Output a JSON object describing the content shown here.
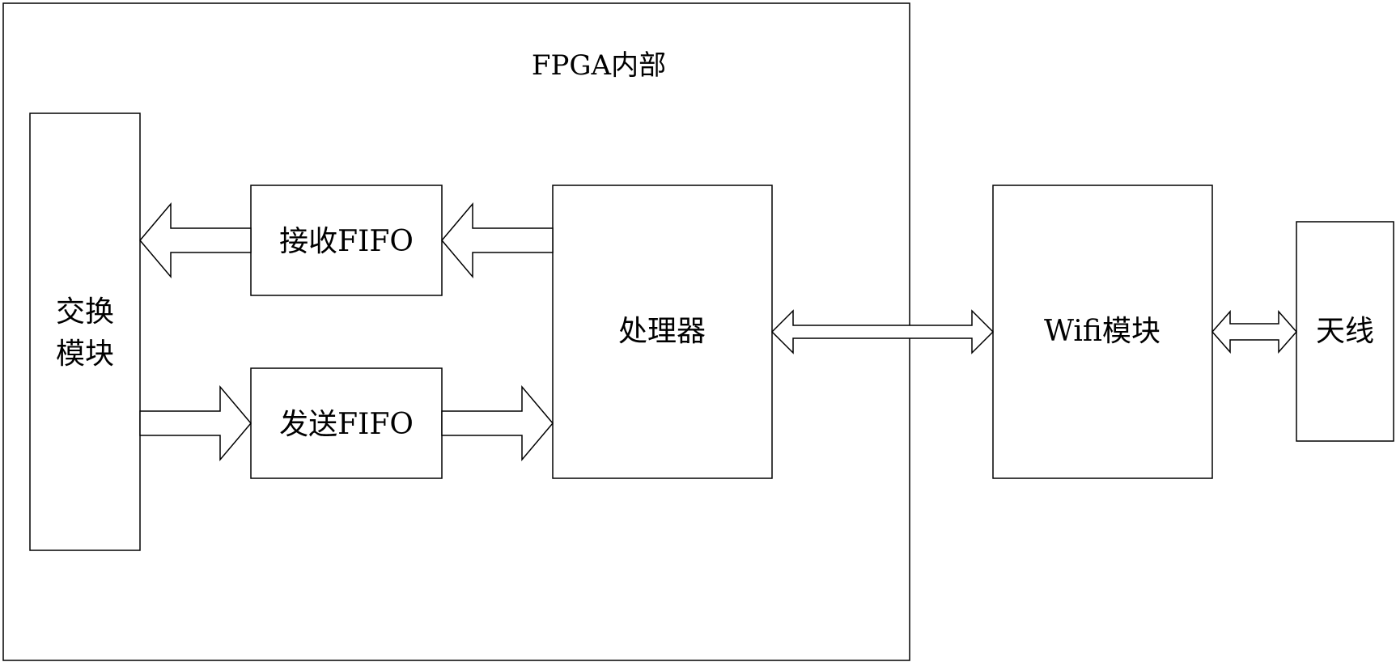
{
  "container": {
    "label": "FPGA内部"
  },
  "blocks": {
    "switch_line1": "交换",
    "switch_line2": "模块",
    "rx_fifo": "接收FIFO",
    "tx_fifo": "发送FIFO",
    "processor": "处理器",
    "wifi": "Wifi模块",
    "antenna": "天线"
  },
  "colors": {
    "stroke": "#000000",
    "fill": "#ffffff"
  }
}
